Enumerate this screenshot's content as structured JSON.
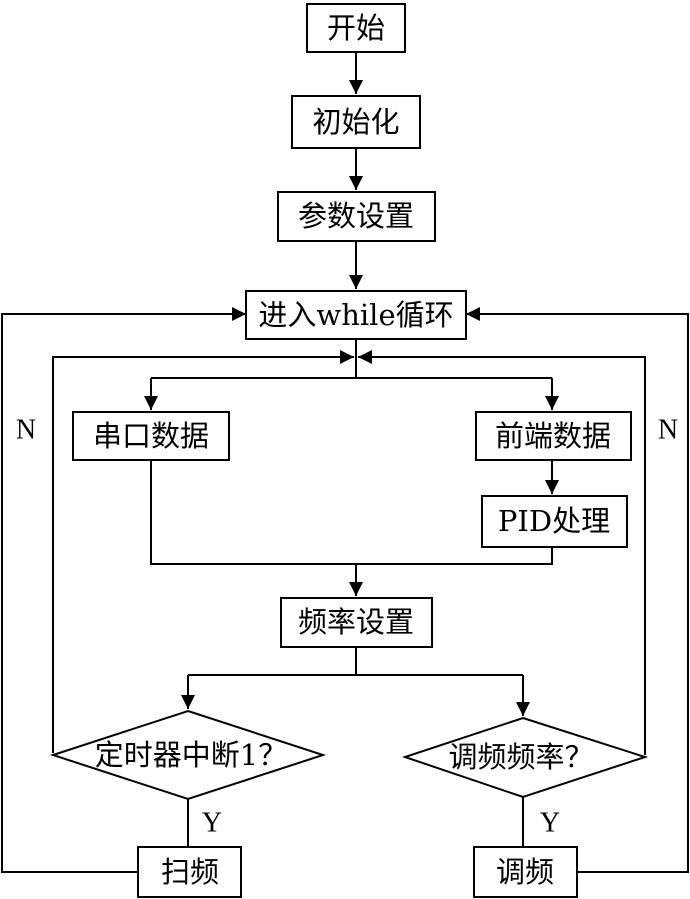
{
  "nodes": {
    "start": "开始",
    "init": "初始化",
    "params": "参数设置",
    "while_loop": "进入while循环",
    "serial_data": "串口数据",
    "frontend_data": "前端数据",
    "pid": "PID处理",
    "freq_set": "频率设置",
    "timer_decision": "定时器中断1？",
    "tune_decision": "调频频率？",
    "sweep": "扫频",
    "tune": "调频"
  },
  "edge_labels": {
    "left_no": "N",
    "right_no": "N",
    "timer_yes": "Y",
    "tune_yes": "Y"
  }
}
